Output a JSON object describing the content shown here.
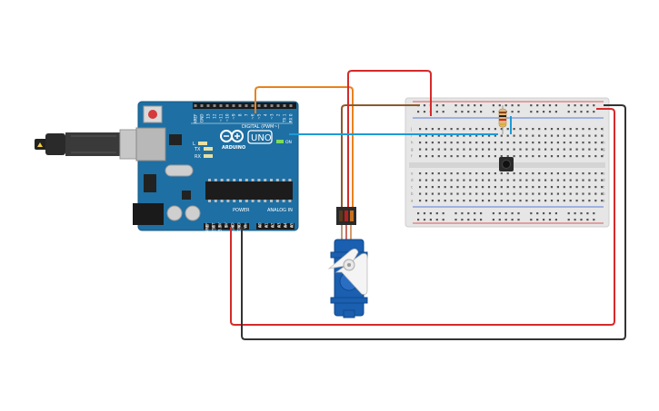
{
  "arduino": {
    "digital_label": "DIGITAL (PWM~)",
    "brand": "ARDUINO",
    "model": "UNO",
    "on_label": "ON",
    "power_label": "POWER",
    "analog_label": "ANALOG IN",
    "tx_label": "TX",
    "rx_label": "RX",
    "l_label": "L",
    "digital_pins": [
      "AREF",
      "GND",
      "13",
      "12",
      "~11",
      "~10",
      "~9",
      "8",
      "7",
      "~6",
      "~5",
      "4",
      "~3",
      "2",
      "TX 1",
      "RX 0"
    ],
    "power_pins": [
      "IOREF",
      "RESET",
      "3.3V",
      "5V",
      "GND",
      "GND",
      "Vin"
    ],
    "analog_pins": [
      "A0",
      "A1",
      "A2",
      "A3",
      "A4",
      "A5"
    ]
  },
  "breadboard": {
    "columns": 30,
    "row_letters_top": [
      "j",
      "i",
      "h",
      "g",
      "f"
    ],
    "row_letters_bottom": [
      "e",
      "d",
      "c",
      "b",
      "a"
    ]
  },
  "wire_colors": {
    "power": "#d62a2a",
    "ground": "#333333",
    "signal_servo": "#e8821e",
    "signal_button": "#1e9bd6",
    "brown": "#8b5a2b"
  },
  "components": {
    "servo_name": "servo",
    "resistor_name": "resistor",
    "button_name": "pushbutton"
  }
}
